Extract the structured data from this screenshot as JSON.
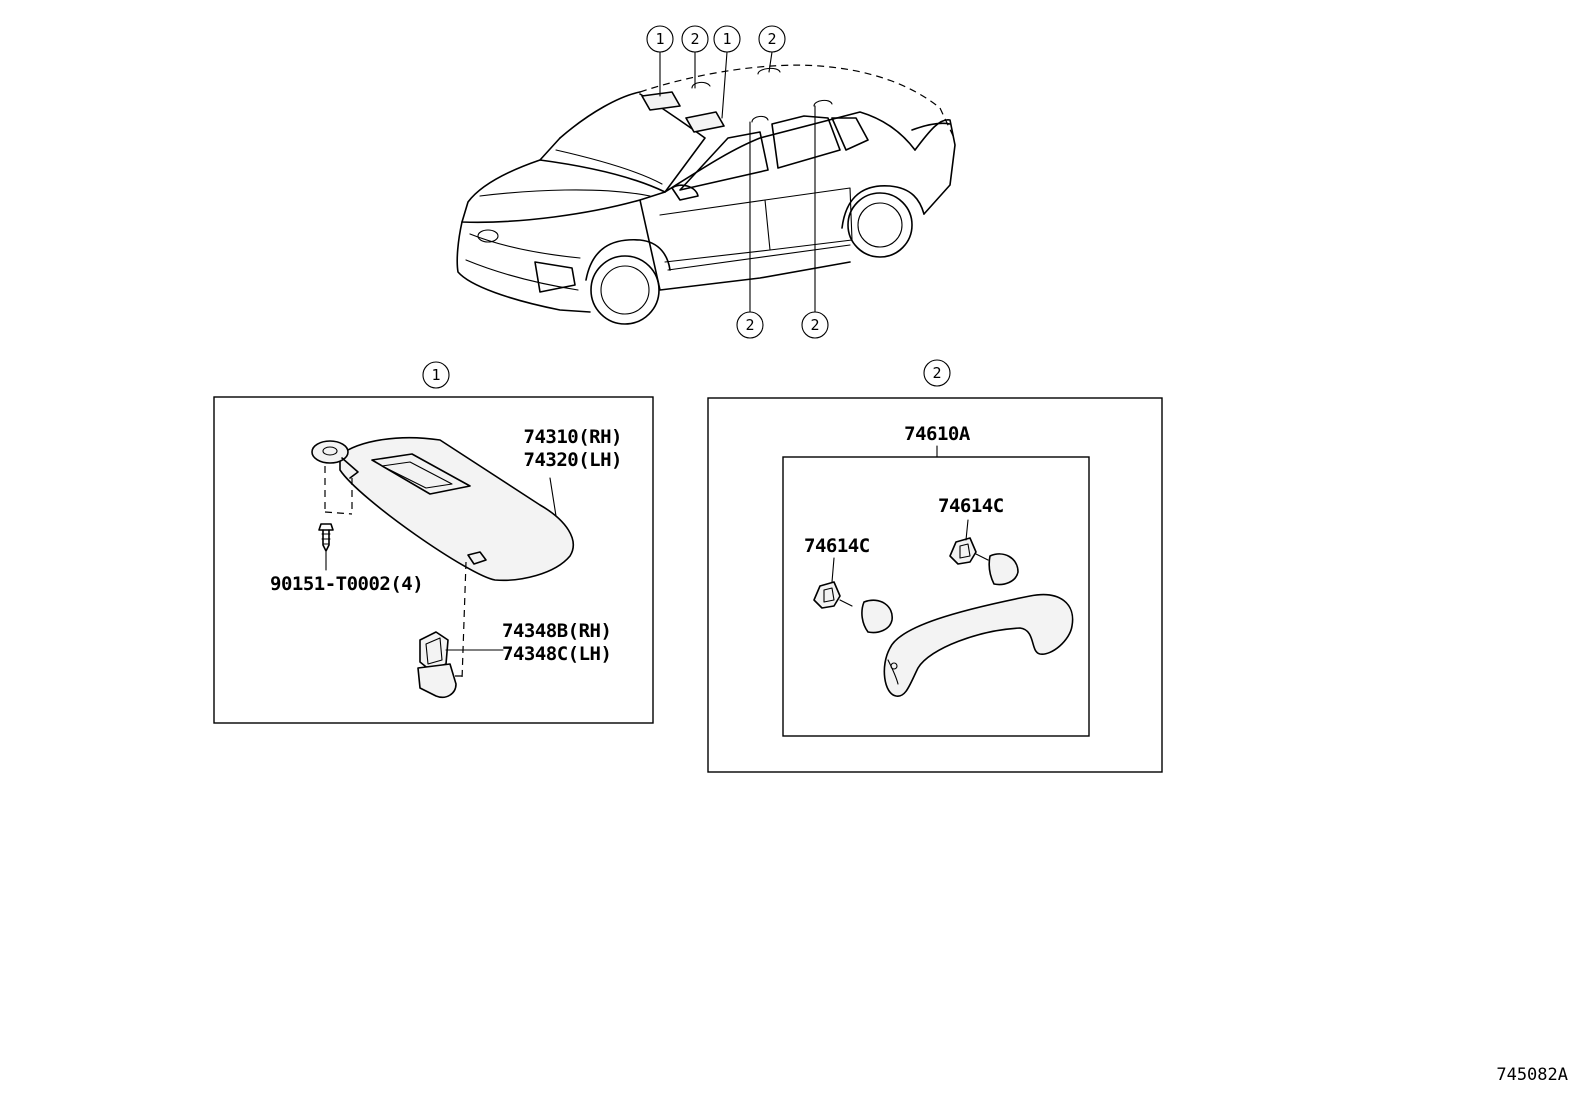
{
  "callouts": {
    "one": "1",
    "two": "2"
  },
  "sun_visor_group": {
    "visor_rh": "74310(RH)",
    "visor_lh": "74320(LH)",
    "screw": "90151-T0002(4)",
    "holder_rh": "74348B(RH)",
    "holder_lh": "74348C(LH)"
  },
  "assist_grip_group": {
    "grip_assembly": "74610A",
    "cover_upper": "74614C",
    "cover_lower": "74614C"
  },
  "diagram_code": "745082A",
  "colors": {
    "line": "#000000",
    "background": "#ffffff",
    "part_fill": "#f3f3f3"
  }
}
